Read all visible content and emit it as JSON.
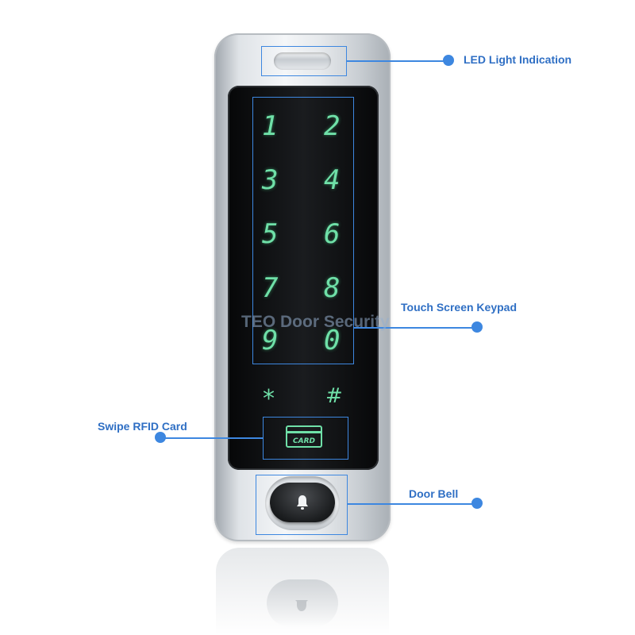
{
  "callouts": {
    "led": "LED Light Indication",
    "keypad": "Touch Screen Keypad",
    "rfid": "Swipe RFID Card",
    "bell": "Door Bell"
  },
  "watermark": "TEO Door Security",
  "keypad": {
    "digits": [
      "1",
      "2",
      "3",
      "4",
      "5",
      "6",
      "7",
      "8",
      "9",
      "0"
    ],
    "star": "*",
    "hash": "#"
  },
  "card_icon_text": "CARD",
  "colors": {
    "callout_blue": "#3d87e0",
    "key_green": "#6fe0a8",
    "panel_black": "#0b0c0d",
    "body_silver": "#dfe3e7"
  },
  "icons": [
    "card-icon",
    "bell-icon",
    "led-indicator"
  ]
}
